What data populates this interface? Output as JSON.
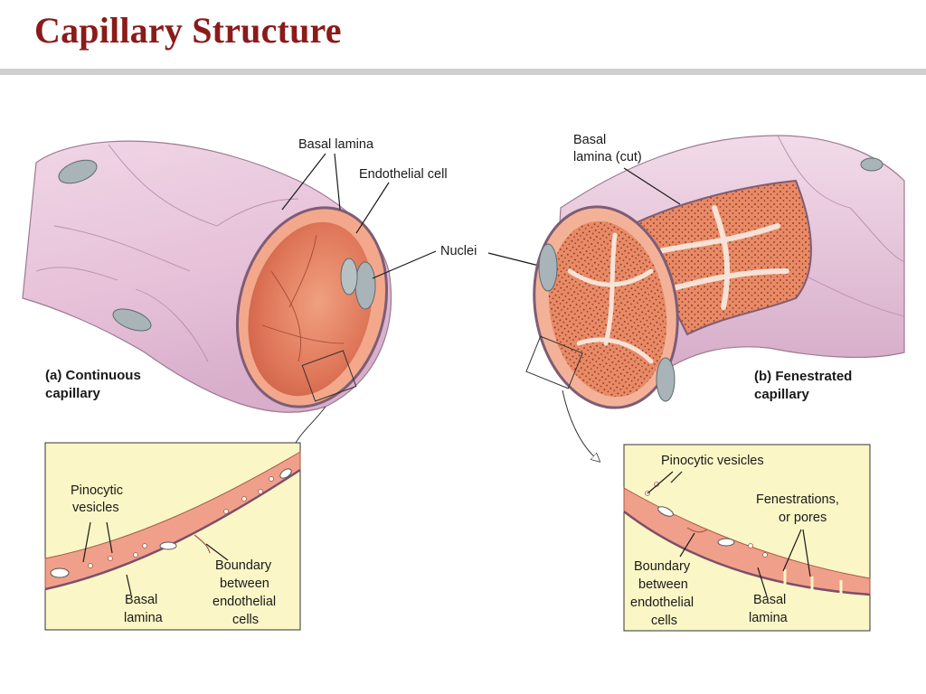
{
  "slide": {
    "title": "Capillary Structure"
  },
  "panel_a": {
    "caption_line1": "(a) Continuous",
    "caption_line2": "capillary",
    "label_basal_lamina": "Basal lamina",
    "label_endothelial_cell": "Endothelial cell",
    "label_nuclei": "Nuclei",
    "inset": {
      "pinocytic_line1": "Pinocytic",
      "pinocytic_line2": "vesicles",
      "basal_line1": "Basal",
      "basal_line2": "lamina",
      "boundary_line1": "Boundary",
      "boundary_line2": "between",
      "boundary_line3": "endothelial",
      "boundary_line4": "cells"
    }
  },
  "panel_b": {
    "caption_line1": "(b) Fenestrated",
    "caption_line2": "capillary",
    "label_basal_line1": "Basal",
    "label_basal_line2": "lamina (cut)",
    "inset": {
      "pinocytic": "Pinocytic vesicles",
      "fenestrations_line1": "Fenestrations,",
      "fenestrations_line2": "or pores",
      "boundary_line1": "Boundary",
      "boundary_line2": "between",
      "boundary_line3": "endothelial",
      "boundary_line4": "cells",
      "basal_line1": "Basal",
      "basal_line2": "lamina"
    }
  },
  "colors": {
    "title": "#8b1a1a",
    "vessel_wall": "#e8c6dc",
    "lumen": "#e07a5a",
    "endothelium": "#f0a08a",
    "inset_background": "#fbf6c6",
    "nucleus": "#a8b4b8"
  }
}
